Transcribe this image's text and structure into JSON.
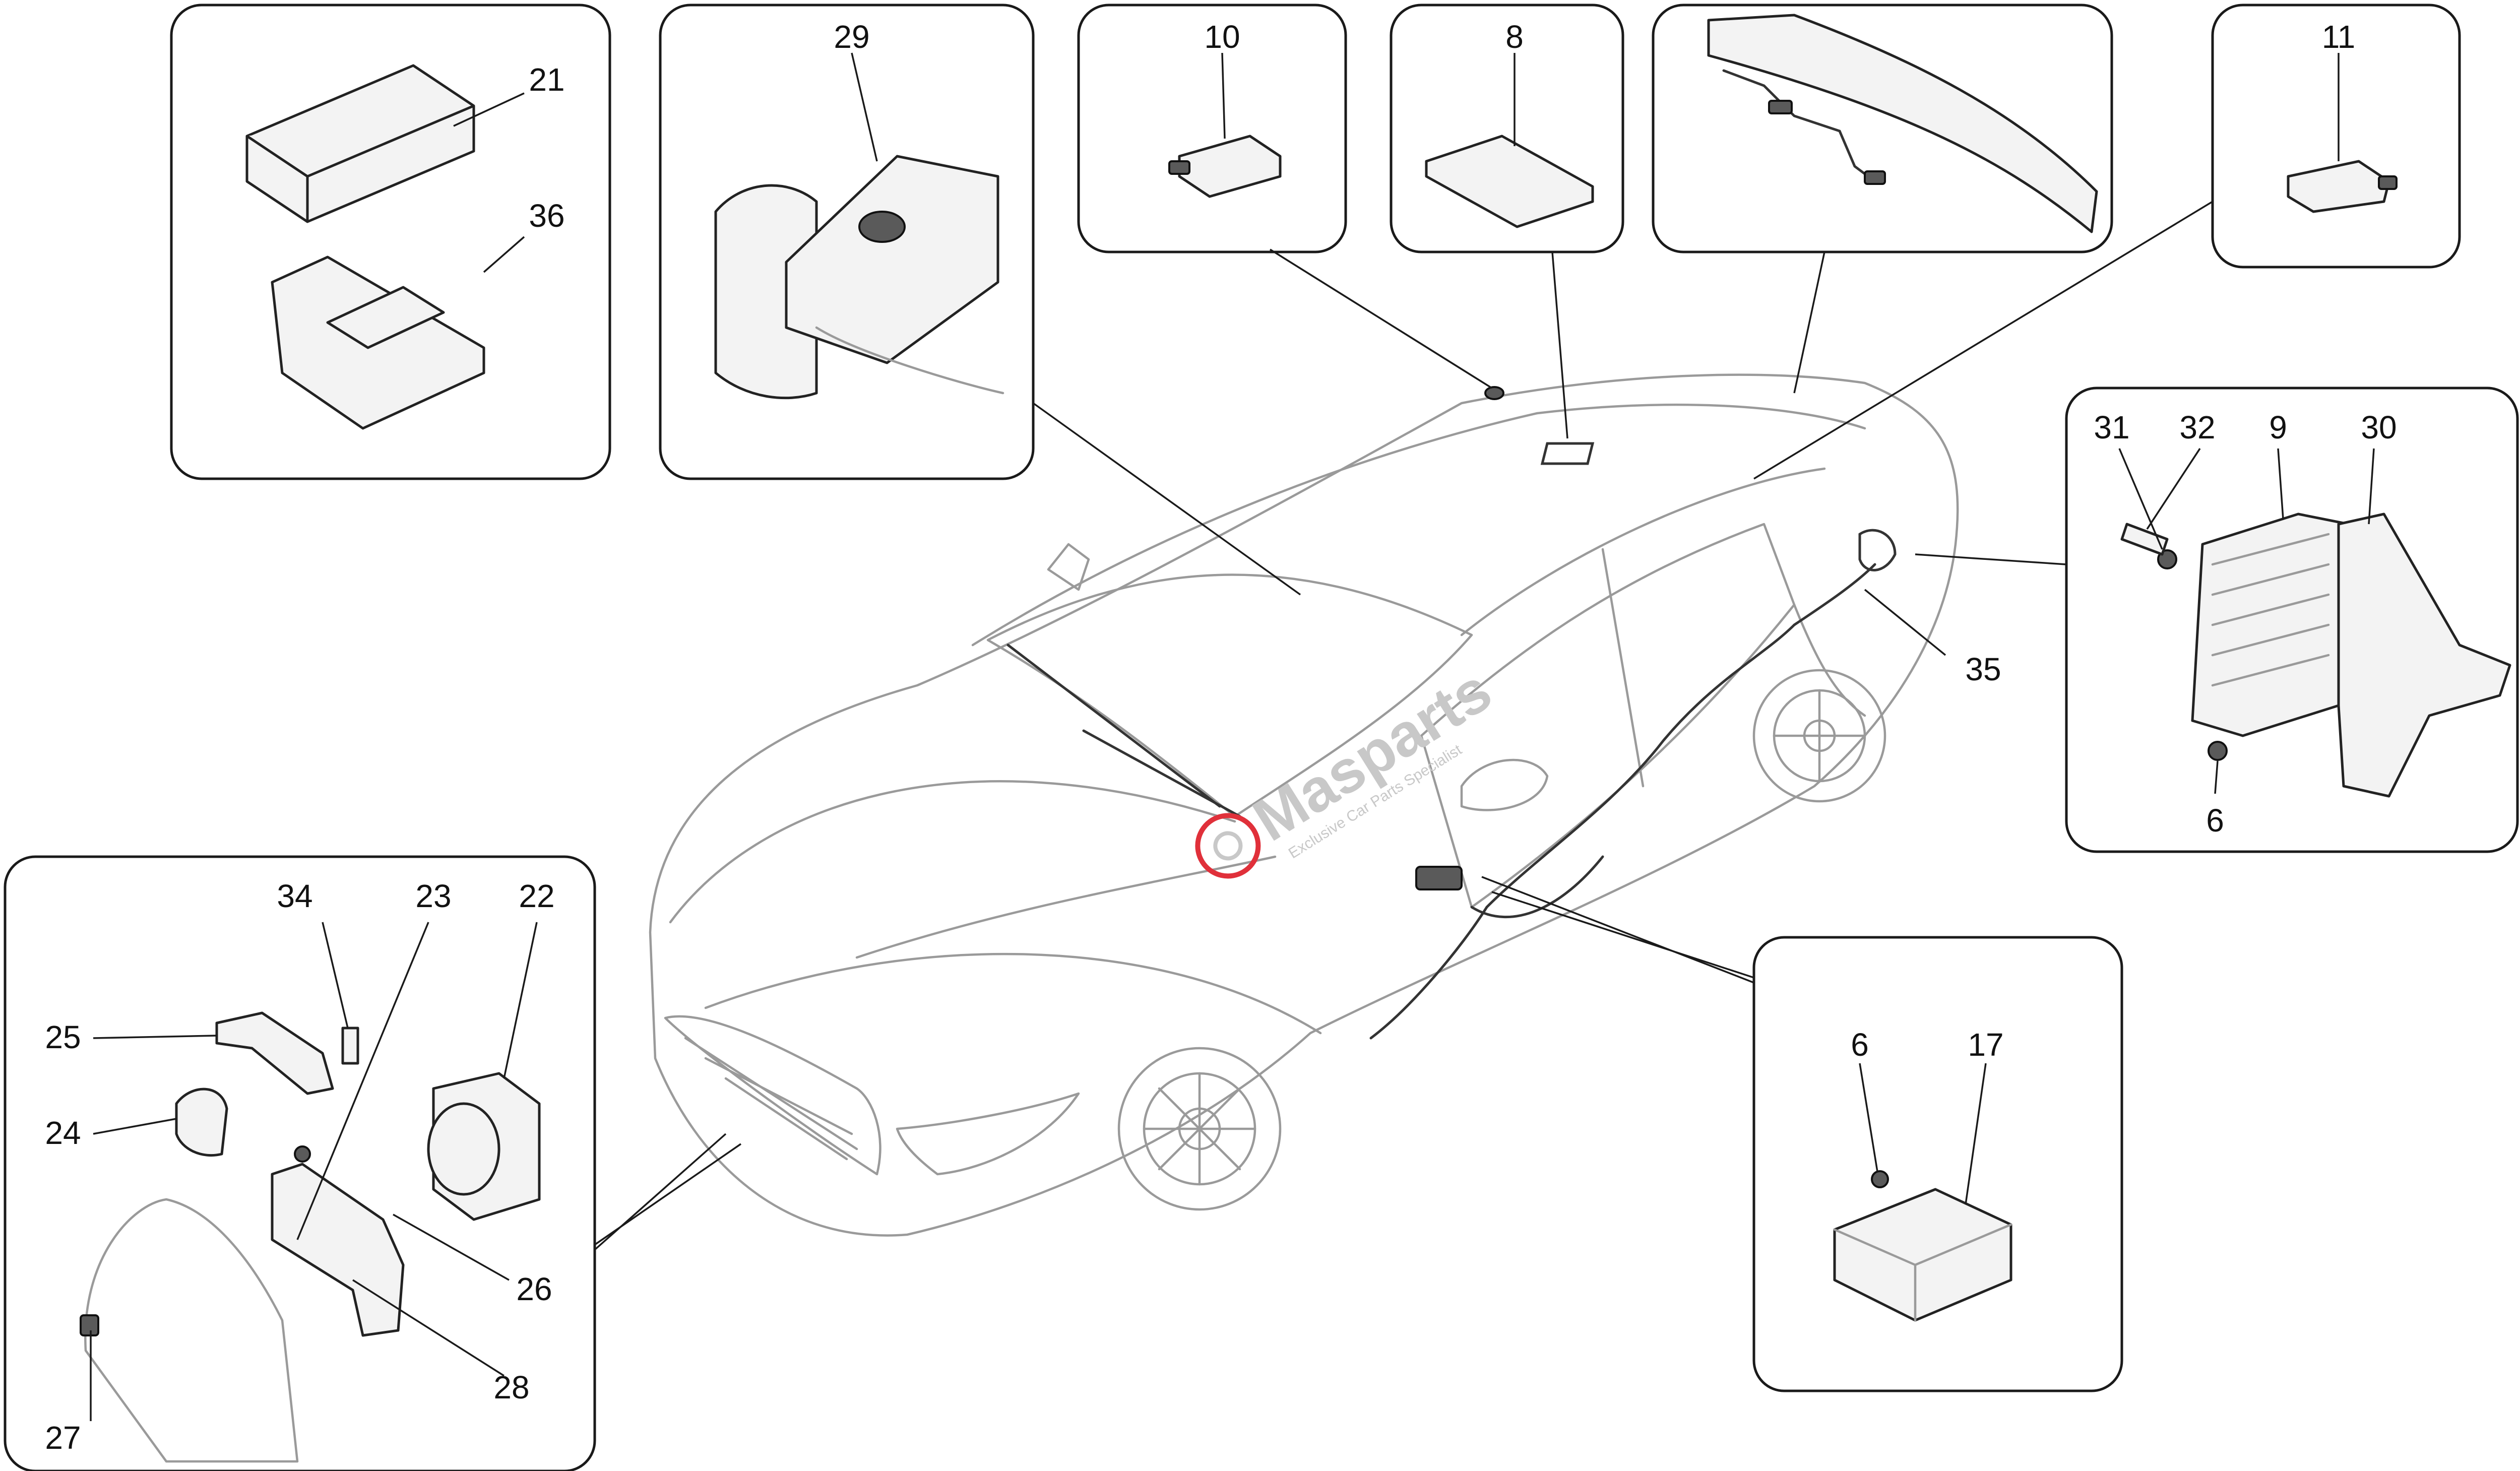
{
  "diagram": {
    "part_numbers": {
      "p21": "21",
      "p36": "36",
      "p29": "29",
      "p10": "10",
      "p8": "8",
      "p11": "11",
      "p31": "31",
      "p32": "32",
      "p9": "9",
      "p30": "30",
      "p6a": "6",
      "p35": "35",
      "p6b": "6",
      "p17": "17",
      "p34": "34",
      "p23": "23",
      "p22": "22",
      "p25": "25",
      "p24": "24",
      "p26": "26",
      "p28": "28",
      "p27": "27"
    },
    "watermark": {
      "brand": "Masparts",
      "tagline": "Exclusive Car Parts Specialist",
      "accent_color": "#e0303a"
    }
  }
}
